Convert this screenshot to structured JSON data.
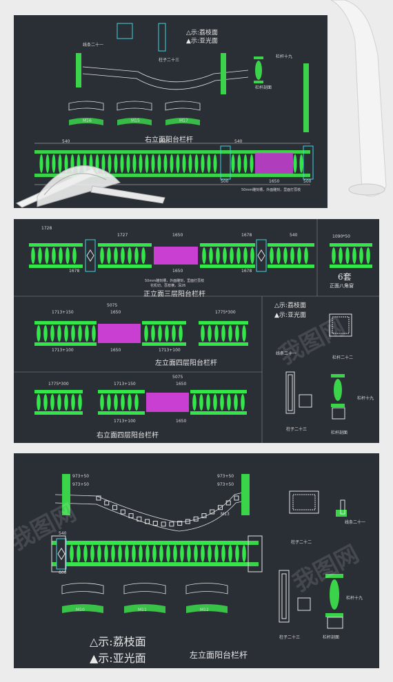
{
  "panel1": {
    "title_main": "右立面阳台栏杆",
    "legend_lichee": "△示:荔枝面",
    "legend_mirror": "▲示:亚光面",
    "dims_top": [
      "540",
      "1650",
      "540"
    ],
    "dims_bottom": [
      "500",
      "1650",
      "500"
    ],
    "note": "50mm雕刻槽，外面雕刻，里面打荔枝",
    "labels": [
      "线条二十一",
      "柱子二十三",
      "栏杆十九",
      "栏杆剖面",
      "M16",
      "M15",
      "M17"
    ]
  },
  "panel2": {
    "section1": {
      "title": "正立面三层阳台栏杆",
      "dims_top": [
        "1728",
        "1727",
        "1650",
        "1678",
        "540"
      ],
      "dims_bottom": [
        "1678",
        "1650",
        "1678"
      ],
      "note1": "50mm雕刻槽，外面雕刻，里面打荔枝",
      "note2": "花机切，荔枝横，深26",
      "aside_label": "6套",
      "aside_title": "正面八角窗",
      "aside_dim": "1090*50"
    },
    "section2": {
      "title": "左立面四层阳台栏杆",
      "dims_top": [
        "5075",
        "1713+150",
        "1650",
        "1775*300"
      ],
      "dims_bottom": [
        "1713+100",
        "1650",
        "1713+100"
      ],
      "legend_lichee": "△示:荔枝面",
      "legend_mirror": "▲示:亚光面",
      "label_line": "线条二十一",
      "label_pillar": "栏杆二十二"
    },
    "section3": {
      "title": "右立面四层阳台栏杆",
      "dims_top": [
        "5075",
        "1775*300",
        "1713+150",
        "1650"
      ],
      "dims_bottom": [
        "1713+100",
        "1650"
      ],
      "label_pillar": "柱子二十三",
      "label_section": "栏杆剖面",
      "label_side": "栏杆十九"
    }
  },
  "panel3": {
    "title_main": "左立面阳台栏杆",
    "legend_lichee": "△示:荔枝面",
    "legend_mirror": "▲示:亚光面",
    "dims_top": [
      "973+50",
      "973+50",
      "973+50",
      "973+50"
    ],
    "dims_bottom": [
      "540",
      "600"
    ],
    "labels": [
      "柱子二十二",
      "线条二十一",
      "柱子二十三",
      "栏杆十九",
      "栏杆剖面",
      "M10",
      "M11",
      "M12",
      "M13"
    ],
    "watermark": "我图网"
  },
  "colors": {
    "background": "#ececec",
    "panel": "#2a2e35",
    "green": "#33e64a",
    "magenta": "#c83fd2",
    "cyan": "#40d6e0",
    "white_line": "#e6e6e6"
  }
}
